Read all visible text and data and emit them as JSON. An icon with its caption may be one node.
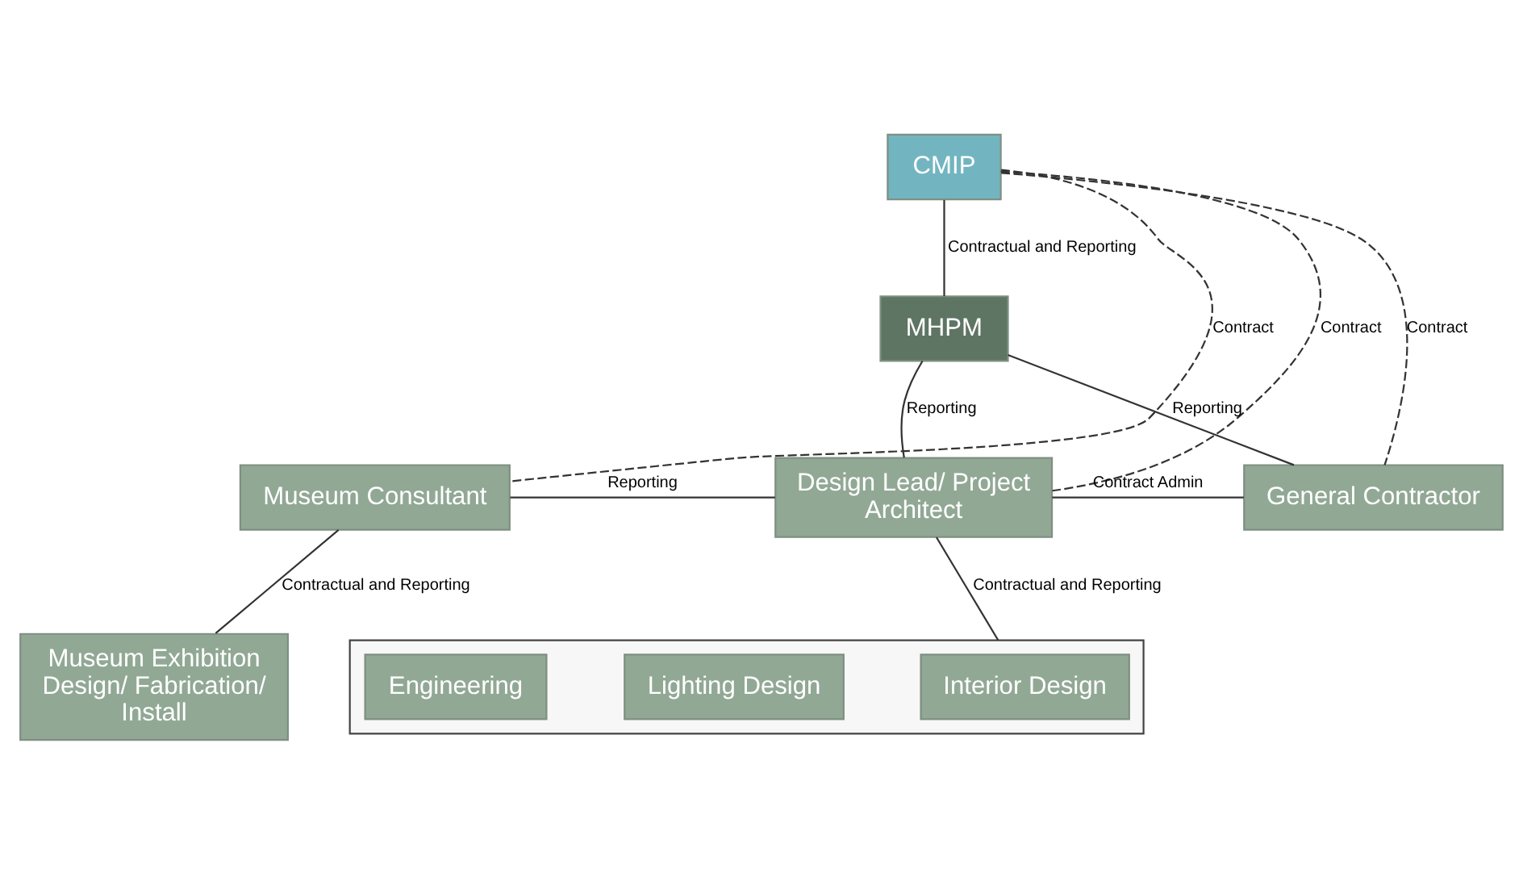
{
  "diagram": {
    "nodes": [
      {
        "text": [
          "CMIP"
        ]
      },
      {
        "text": [
          "MHPM"
        ]
      },
      {
        "text": [
          "Museum Consultant"
        ]
      },
      {
        "text": [
          "Design Lead/ Project Architect"
        ]
      },
      {
        "text": [
          "General Contractor"
        ]
      },
      {
        "text": [
          "Museum Exhibition Design/ Fabrication/ Install"
        ]
      },
      {
        "text": [],
        "shape": "box"
      },
      {
        "text": [
          "Interior Design"
        ],
        "in": 6
      },
      {
        "text": [
          "Lighting Design"
        ],
        "in": 6
      },
      {
        "text": [
          "Engineering"
        ],
        "in": 6
      }
    ],
    "edges": [
      {
        "from": 0,
        "to": 1,
        "arrow": "none",
        "label": "Contractual and Reporting"
      },
      {
        "from": 1,
        "to": 3,
        "arrow": "none",
        "label": "Reporting"
      },
      {
        "from": 1,
        "to": 4,
        "arrow": "none",
        "label": "Reporting"
      },
      {
        "from": 2,
        "to": 3,
        "arrow": "none",
        "label": "Reporting"
      },
      {
        "from": 3,
        "to": 4,
        "arrow": "none",
        "label": "Contract Admin"
      },
      {
        "from": 2,
        "to": 5,
        "arrow": "none",
        "label": "Contractual and Reporting"
      },
      {
        "from": 3,
        "to": 6,
        "arrow": "none",
        "label": "Contractual and Reporting"
      },
      {
        "from": 0,
        "to": 2,
        "arrow": "none",
        "label": "Contract",
        "style": "dashed"
      },
      {
        "from": 0,
        "to": 3,
        "arrow": "none",
        "label": "Contract",
        "style": "dashed"
      },
      {
        "from": 0,
        "to": 4,
        "arrow": "none",
        "label": "Contract",
        "style": "dashed"
      }
    ]
  }
}
